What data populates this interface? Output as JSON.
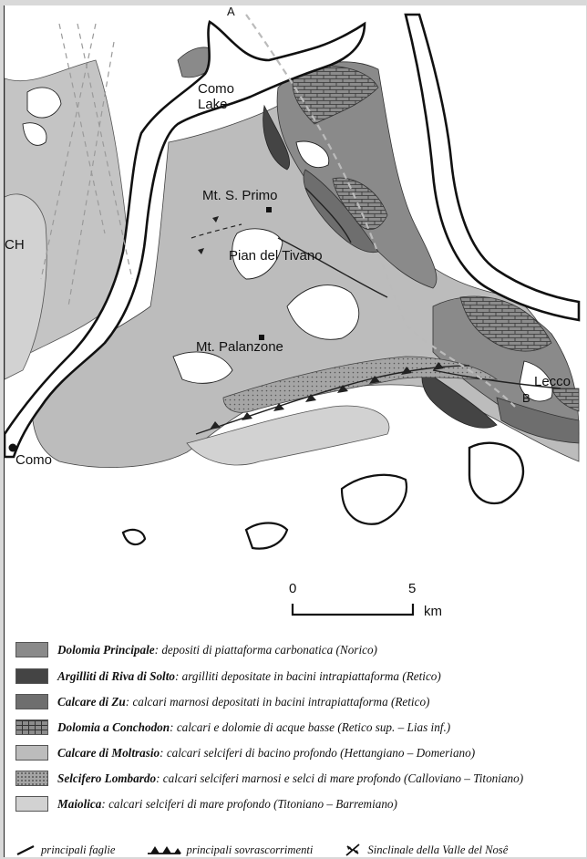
{
  "map": {
    "places": {
      "como_lake": [
        "Como",
        "Lake"
      ],
      "mt_s_primo": "Mt. S. Primo",
      "pian_del_tivano": "Pian del Tivano",
      "mt_palanzone": "Mt. Palanzone",
      "lecco": "Lecco",
      "como": "Como",
      "ch": "CH"
    },
    "section_markers": [
      "A",
      "B"
    ],
    "scale": {
      "start": "0",
      "end": "5",
      "unit": "km"
    }
  },
  "legend": [
    {
      "name": "Dolomia Principale",
      "desc": "depositi di piattaforma carbonatica (Norico)",
      "color": "#8a8a8a",
      "pattern": "plain"
    },
    {
      "name": "Argilliti di Riva di Solto",
      "desc": "argilliti depositate in bacini intrapiattaforma (Retico)",
      "color": "#444444",
      "pattern": "plain"
    },
    {
      "name": "Calcare di Zu",
      "desc": "calcari marnosi depositati in bacini intrapiattaforma (Retico)",
      "color": "#6e6e6e",
      "pattern": "plain"
    },
    {
      "name": "Dolomia a Conchodon",
      "desc": "calcari e dolomie di acque basse (Retico sup. – Lias inf.)",
      "color": "#8c8c8c",
      "pattern": "brick"
    },
    {
      "name": "Calcare di Moltrasio",
      "desc": "calcari selciferi di bacino profondo (Hettangiano – Domeriano)",
      "color": "#bcbcbc",
      "pattern": "plain"
    },
    {
      "name": "Selcifero Lombardo",
      "desc": "calcari selciferi marnosi e selci di mare profondo (Calloviano – Titoniano)",
      "color": "#a5a5a5",
      "pattern": "dots"
    },
    {
      "name": "Maiolica",
      "desc": "calcari selciferi di mare profondo (Titoniano – Barremiano)",
      "color": "#d2d2d2",
      "pattern": "plain"
    }
  ],
  "symbols": {
    "faults": "principali faglie",
    "thrusts": "principali sovrascorrimenti",
    "syncline": "Sinclinale della Valle del Nosê"
  }
}
